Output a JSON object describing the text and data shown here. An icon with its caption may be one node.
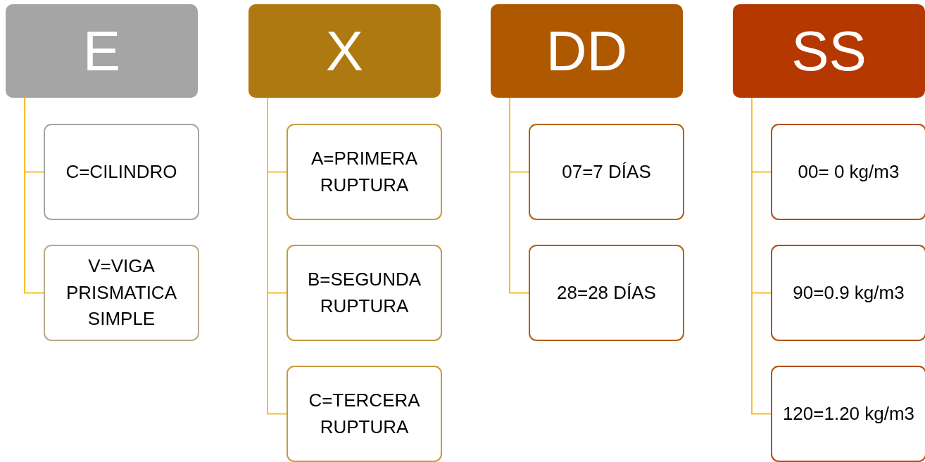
{
  "diagram": {
    "nodes": [
      {
        "text": [
          "E"
        ]
      },
      {
        "text": [
          "C=CILINDRO"
        ]
      },
      {
        "text": [
          "V=VIGA PRISMATICA SIMPLE"
        ]
      },
      {
        "text": [
          "X"
        ]
      },
      {
        "text": [
          "A=PRIMERA RUPTURA"
        ]
      },
      {
        "text": [
          "B=SEGUNDA RUPTURA"
        ]
      },
      {
        "text": [
          "C=TERCERA RUPTURA"
        ]
      },
      {
        "text": [
          "DD"
        ]
      },
      {
        "text": [
          "07=7 DÍAS"
        ]
      },
      {
        "text": [
          "28=28 DÍAS"
        ]
      },
      {
        "text": [
          "SS"
        ]
      },
      {
        "text": [
          "00= 0 kg/m3"
        ]
      },
      {
        "text": [
          "90=0.9 kg/m3"
        ]
      },
      {
        "text": [
          "120=1.20 kg/m3"
        ]
      }
    ],
    "edges": [
      {
        "from": 0,
        "to": 1,
        "arrow": "none"
      },
      {
        "from": 0,
        "to": 2,
        "arrow": "none"
      },
      {
        "from": 3,
        "to": 4,
        "arrow": "none"
      },
      {
        "from": 3,
        "to": 5,
        "arrow": "none"
      },
      {
        "from": 3,
        "to": 6,
        "arrow": "none"
      },
      {
        "from": 7,
        "to": 8,
        "arrow": "none"
      },
      {
        "from": 7,
        "to": 9,
        "arrow": "none"
      },
      {
        "from": 10,
        "to": 11,
        "arrow": "none"
      },
      {
        "from": 10,
        "to": 12,
        "arrow": "none"
      },
      {
        "from": 10,
        "to": 13,
        "arrow": "none"
      }
    ]
  }
}
